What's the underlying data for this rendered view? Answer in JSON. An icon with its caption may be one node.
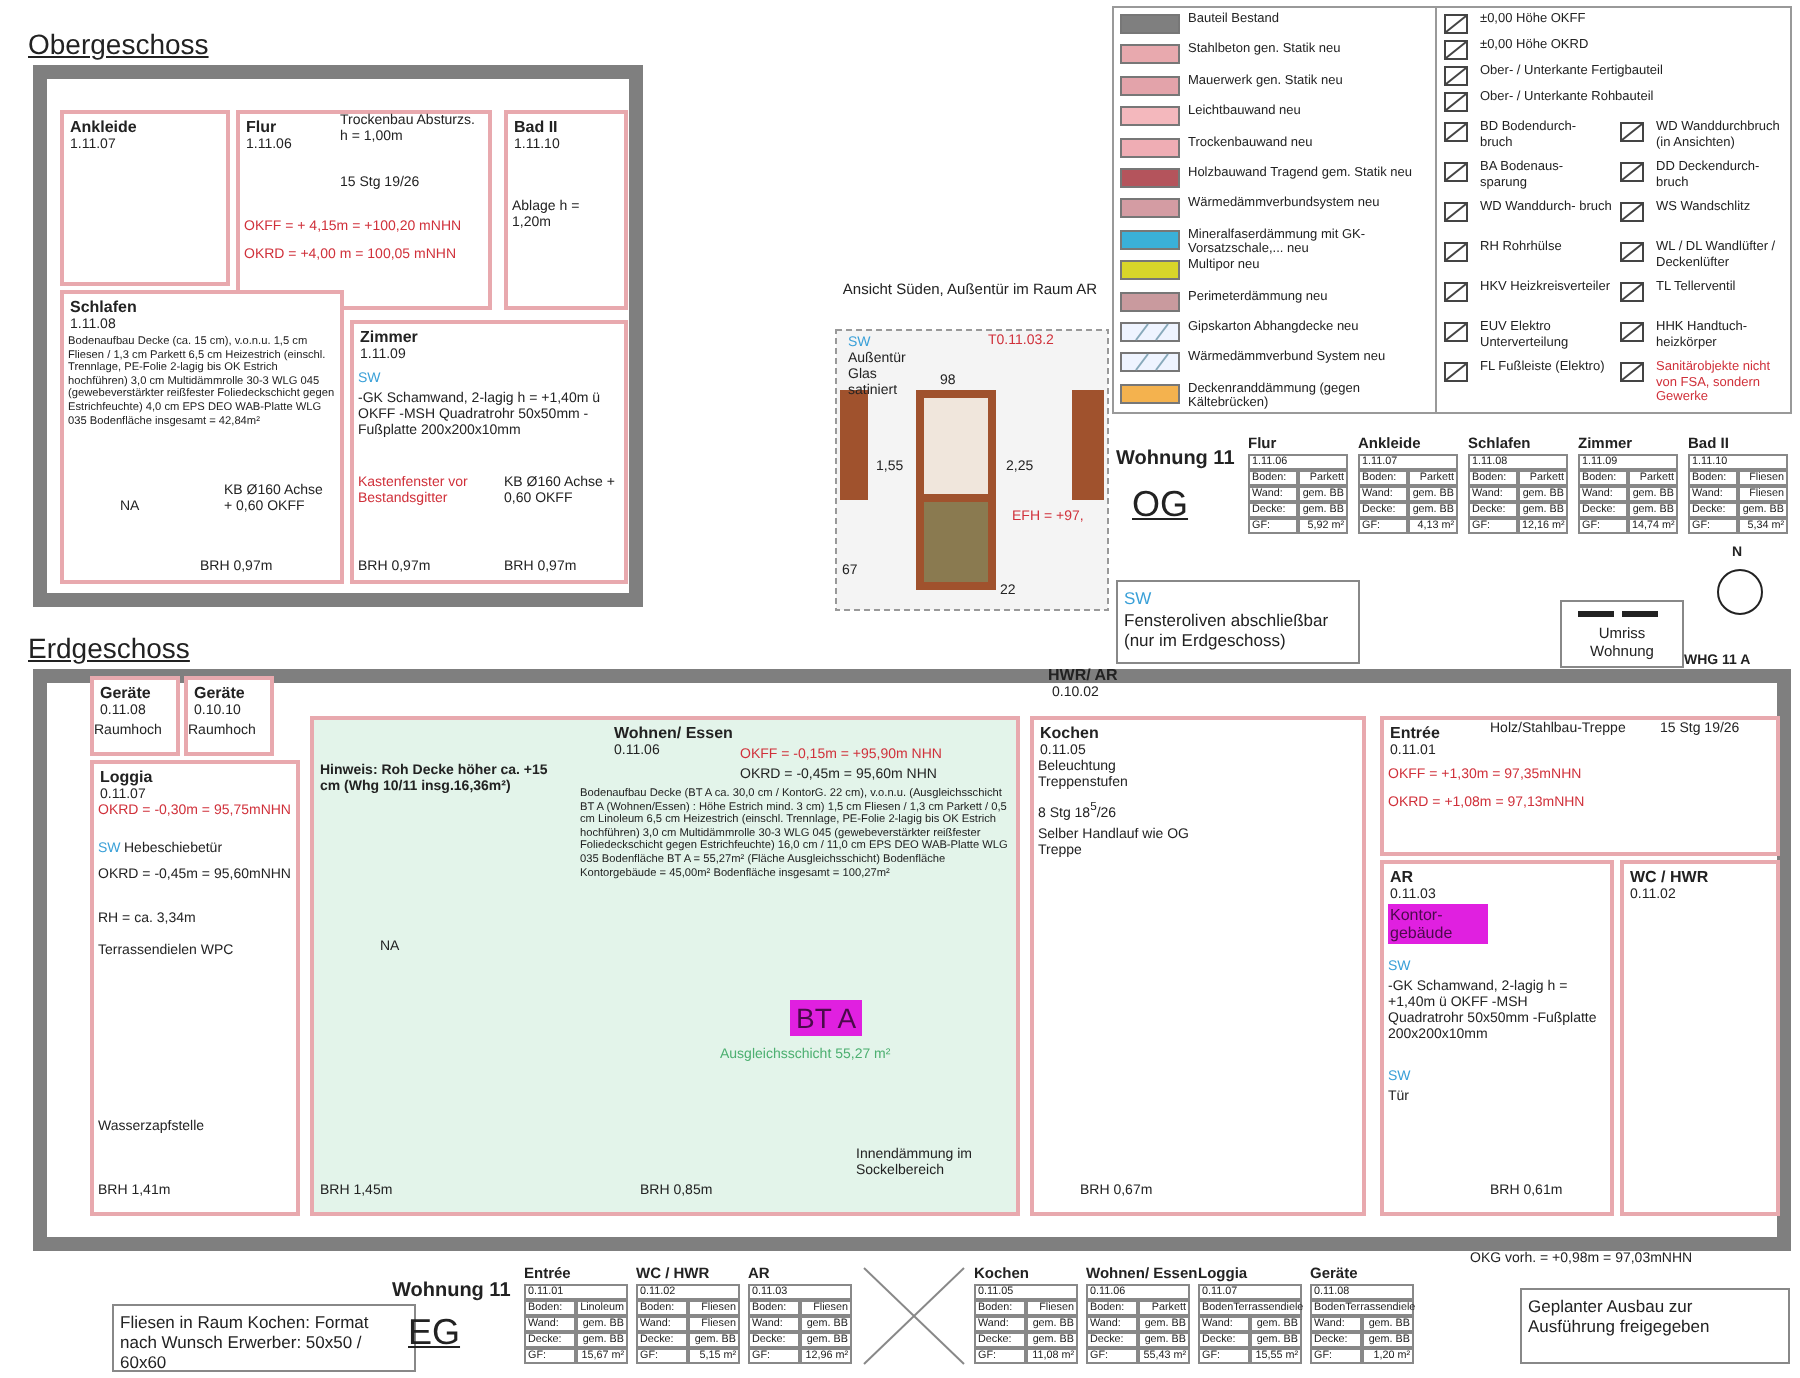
{
  "diagram": {
    "nodes": [
      {
        "text": [
          "Obergeschoss"
        ]
      },
      {
        "text": [
          "Ankleide",
          "1.11.07"
        ],
        "in": 0
      },
      {
        "text": [
          "Flur",
          "1.11.06"
        ],
        "in": 0
      },
      {
        "text": [
          "Bad II",
          "1.11.10"
        ],
        "in": 0
      },
      {
        "text": [
          "Schlafen",
          "1.11.08"
        ],
        "in": 0
      },
      {
        "text": [
          "Zimmer",
          "1.11.09"
        ],
        "in": 0
      },
      {
        "text": [
          "SW",
          "Fensteroliven abschließbar (nur im Erdgeschoss)"
        ]
      },
      {
        "text": [
          "Umriss Wohnung"
        ]
      },
      {
        "text": [
          "Erdgeschoss"
        ]
      },
      {
        "text": [
          "Geräte",
          "0.11.08"
        ],
        "in": 8
      },
      {
        "text": [
          "Geräte",
          "0.10.10"
        ],
        "in": 8
      },
      {
        "text": [
          "Loggia",
          "0.11.07"
        ],
        "in": 8
      },
      {
        "text": [
          "Wohnen/ Essen",
          "0.11.06"
        ],
        "in": 8
      },
      {
        "text": [
          "HWR/ AR",
          "0.10.02"
        ],
        "in": 8
      },
      {
        "text": [
          "Kochen",
          "0.11.05"
        ],
        "in": 8
      },
      {
        "text": [
          "Entrée",
          "0.11.01"
        ],
        "in": 8
      },
      {
        "text": [
          "AR",
          "0.11.03"
        ],
        "in": 8
      },
      {
        "text": [
          "WC / HWR",
          "0.11.02"
        ],
        "in": 8
      },
      {
        "text": [
          "Fliesen in Raum Kochen: Format nach Wunsch Erwerber: 50x50 / 60x60"
        ]
      },
      {
        "text": [
          "Geplanter Ausbau zur Ausführung freigegeben"
        ]
      }
    ],
    "labels": [
      "OKFF = + 4,15m = +100,20 mNHN",
      "OKRD = +4,00 m = 100,05 mNHN",
      "Trockenbau Absturzs. h = 1,00m",
      "15 Stg 19/26",
      "Ablage h = 1,20m",
      "Bodenaufbau Decke (ca. 15 cm), v.o.n.u. 1,5 cm Fliesen / 1,3 cm Parkett 6,5 cm Heizestrich (einschl. Trennlage, PE-Folie 2-lagig bis OK Estrich hochführen) 3,0 cm Multidämmrolle 30-3 WLG 045 (gewebeverstärkter reißfester Foliedeckschicht gegen Estrichfeuchte) 4,0 cm EPS DEO WAB-Platte WLG 035 Bodenfläche insgesamt = 42,84m²",
      "KB Ø160 Achse + 0,60 OKFF",
      "NA",
      "BRH 0,97m",
      "SW",
      "-GK Schamwand, 2-lagig h = +1,40m ü OKFF -MSH Quadratrohr 50x50mm -Fußplatte 200x200x10mm",
      "Kastenfenster vor Bestandsgitter",
      "KB Ø160 Achse + 0,60 OKFF",
      "BRH 0,97m",
      "BRH 0,97m",
      "Ansicht Süden, Außentür im Raum AR",
      "SW",
      "Außentür Glas satiniert",
      "T0.11.03.2",
      "98",
      "1,55",
      "2,25",
      "67",
      "22",
      "EFH = +97,",
      "Wohnung 11",
      "OG",
      "Flur",
      "1.11.06",
      "Boden:",
      "Parkett",
      "Wand:",
      "gem. BB",
      "Decke:",
      "gem. BB",
      "GF:",
      "5,92 m²",
      "Ankleide",
      "1.11.07",
      "Boden:",
      "Parkett",
      "Wand:",
      "gem. BB",
      "Decke:",
      "gem. BB",
      "GF:",
      "4,13 m²",
      "Schlafen",
      "1.11.08",
      "Boden:",
      "Parkett",
      "Wand:",
      "gem. BB",
      "Decke:",
      "gem. BB",
      "GF:",
      "12,16 m²",
      "Zimmer",
      "1.11.09",
      "Boden:",
      "Parkett",
      "Wand:",
      "gem. BB",
      "Decke:",
      "gem. BB",
      "GF:",
      "14,74 m²",
      "Bad II",
      "1.11.10",
      "Boden:",
      "Fliesen",
      "Wand:",
      "Fliesen",
      "Decke:",
      "gem. BB",
      "GF:",
      "5,34 m²",
      "N",
      "Raumhoch",
      "Raumhoch",
      "OKRD = -0,30m = 95,75mNHN",
      "SW",
      "Hebeschiebetür",
      "OKRD = -0,45m = 95,60mNHN",
      "RH = ca. 3,34m",
      "Terrassendielen WPC",
      "Wasserzapfstelle",
      "BRH 1,41m",
      "Hinweis: Roh Decke höher ca. +15 cm (Whg 10/11 insg.16,36m²)",
      "OKFF = -0,15m = +95,90m NHN",
      "OKRD = -0,45m = 95,60m NHN",
      "Bodenaufbau Decke (BT A ca. 30,0 cm / KontorG. 22 cm), v.o.n.u. (Ausgleichsschicht BT A (Wohnen/Essen) : Höhe Estrich mind. 3 cm) 1,5 cm Fliesen / 1,3 cm Parkett / 0,5 cm Linoleum 6,5 cm Heizestrich (einschl. Trennlage, PE-Folie 2-lagig bis OK Estrich hochführen) 3,0 cm Multidämmrolle 30-3 WLG 045 (gewebeverstärkter reißfester Foliedeckschicht gegen Estrichfeuchte) 16,0 cm / 11,0 cm EPS DEO WAB-Platte WLG 035 Bodenfläche BT A = 55,27m² (Fläche Ausgleichsschicht) Bodenfläche Kontorgebäude = 45,00m² Bodenfläche insgesamt = 100,27m²",
      "NA",
      "BT A",
      "Ausgleichsschicht 55,27 m²",
      "Innendämmung im Sockelbereich",
      "BRH 1,45m",
      "BRH 0,85m",
      "Beleuchtung Treppenstufen",
      "8 Stg 18$^{5}$/26",
      "Selber Handlauf wie OG Treppe",
      "BRH 0,67m",
      "Holz/Stahlbau-Treppe",
      "15 Stg 19/26",
      "OKFF = +1,30m = 97,35mNHN",
      "OKRD = +1,08m = 97,13mNHN",
      "Kontor- gebäude",
      "SW",
      "-GK Schamwand, 2-lagig h = +1,40m ü OKFF -MSH Quadratrohr 50x50mm -Fußplatte 200x200x10mm",
      "SW",
      "Tür",
      "BRH 0,61m",
      "WHG 11 A",
      "OKG vorh. = +0,98m = 97,03mNHN",
      "Wohnung 11",
      "EG",
      "Entrée",
      "0.11.01",
      "Boden:",
      "Linoleum",
      "Wand:",
      "gem. BB",
      "Decke:",
      "gem. BB",
      "GF:",
      "15,67 m²",
      "WC / HWR",
      "0.11.02",
      "Boden:",
      "Fliesen",
      "Wand:",
      "Fliesen",
      "Decke:",
      "gem. BB",
      "GF:",
      "5,15 m²",
      "AR",
      "0.11.03",
      "Boden:",
      "Fliesen",
      "Wand:",
      "gem. BB",
      "Decke:",
      "gem. BB",
      "GF:",
      "12,96 m²",
      "Kochen",
      "0.11.05",
      "Boden:",
      "Fliesen",
      "Wand:",
      "gem. BB",
      "Decke:",
      "gem. BB",
      "GF:",
      "11,08 m²",
      "Wohnen/ Essen",
      "0.11.06",
      "Boden:",
      "Parkett",
      "Wand:",
      "gem. BB",
      "Decke:",
      "gem. BB",
      "GF:",
      "55,43 m²",
      "Loggia",
      "0.11.07",
      "BodenTerrassendiele",
      "Wand:",
      "gem. BB",
      "Decke:",
      "gem. BB",
      "GF:",
      "15,55 m²",
      "Geräte",
      "0.11.08",
      "BodenTerrassendiele",
      "Wand:",
      "gem. BB",
      "Decke:",
      "gem. BB",
      "GF:",
      "1,20 m²"
    ],
    "legend": [
      {
        "text": "Bauteil Bestand",
        "color": "#7f7f7f"
      },
      {
        "text": "Stahlbeton gen. Statik neu",
        "color": "#e8a9ae"
      },
      {
        "text": "Mauerwerk gen. Statik neu",
        "color": "#e3a3aa"
      },
      {
        "text": "Leichtbauwand neu",
        "color": "#f4b8bd"
      },
      {
        "text": "Trockenbauwand neu",
        "color": "#efadb4"
      },
      {
        "text": "Holzbauwand Tragend gem. Statik neu",
        "color": "#b4545c"
      },
      {
        "text": "Wärmedämmverbundsystem neu",
        "color": "#d49ca3"
      },
      {
        "text": "Mineralfaserdämmung mit GK-Vorsatzschale,... neu",
        "color": "#3ab0d8"
      },
      {
        "text": "Multipor neu",
        "color": "#d8d62a"
      },
      {
        "text": "Perimeterdämmung neu",
        "color": "#c99a9e"
      },
      {
        "text": "Gipskarton Abhangdecke neu"
      },
      {
        "text": "Wärmedämmverbund System neu"
      },
      {
        "text": "Deckenranddämmung (gegen Kältebrücken)",
        "color": "#f4b24e"
      },
      {
        "text": "±0,00 Höhe OKFF"
      },
      {
        "text": "±0,00 Höhe OKRD"
      },
      {
        "text": "Ober- / Unterkante Fertigbauteil"
      },
      {
        "text": "Ober- / Unterkante Rohbauteil"
      },
      {
        "text": "BD Bodendurch- bruch"
      },
      {
        "text": "WD Wanddurchbruch (in Ansichten)"
      },
      {
        "text": "BA Bodenaus- sparung"
      },
      {
        "text": "DD Deckendurch- bruch"
      },
      {
        "text": "WD Wanddurch- bruch"
      },
      {
        "text": "WS Wandschlitz"
      },
      {
        "text": "RH Rohrhülse"
      },
      {
        "text": "WL / DL Wandlüfter / Deckenlüfter"
      },
      {
        "text": "HKV Heizkreisverteiler"
      },
      {
        "text": "TL Tellerventil"
      },
      {
        "text": "EUV Elektro Unterverteilung"
      },
      {
        "text": "HHK Handtuch- heizkörper"
      },
      {
        "text": "FL Fußleiste (Elektro)"
      },
      {
        "text": "Sanitärobjekte nicht von FSA, sondern Gewerke"
      }
    ]
  }
}
